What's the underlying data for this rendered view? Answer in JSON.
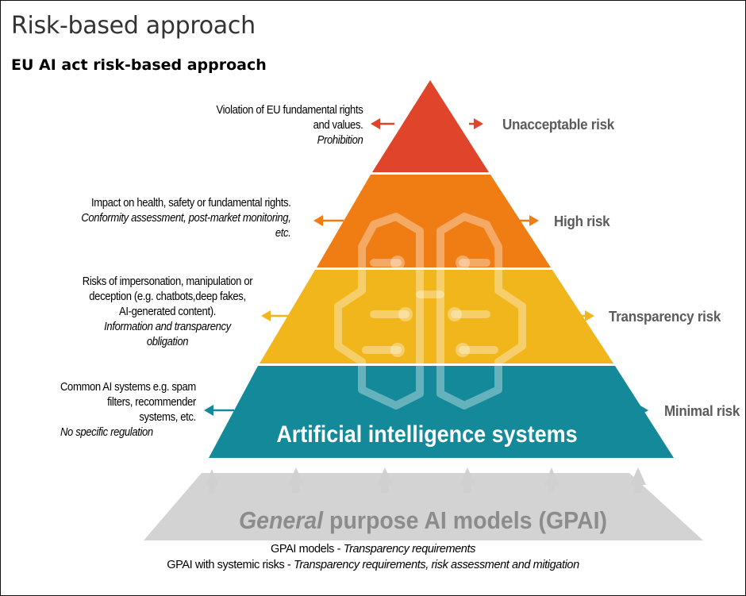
{
  "slide": {
    "title": "Risk-based approach",
    "subtitle": "EU AI act risk-based approach"
  },
  "pyramid": {
    "main_label": "Artificial intelligence systems",
    "base_label_italic": "General",
    "base_label_rest": "purpose AI models (GPAI)",
    "colors": {
      "unacceptable": "#e0442a",
      "high": "#ef7d13",
      "transparency": "#f2b61d",
      "minimal": "#13899a",
      "base": "#d3d3d3"
    },
    "levels": [
      {
        "label": "Unacceptable risk",
        "desc_lines": [
          "Violation of EU fundamental rights",
          "and values."
        ],
        "desc_italic_lines": [
          "Prohibition"
        ]
      },
      {
        "label": "High risk",
        "desc_lines": [
          "Impact on health, safety or fundamental rights."
        ],
        "desc_italic_lines": [
          "Conformity assessment, post-market monitoring,",
          "etc."
        ]
      },
      {
        "label": "Transparency risk",
        "desc_lines": [
          "Risks of impersonation, manipulation or",
          "deception (e.g. chatbots,deep fakes,",
          "AI-generated content)."
        ],
        "desc_italic_lines": [
          "Information and transparency",
          "obligation"
        ]
      },
      {
        "label": "Minimal risk",
        "desc_lines": [
          "Common AI systems e.g. spam",
          "filters, recommender",
          "systems, etc."
        ],
        "desc_italic_lines": [
          "No specific regulation"
        ]
      }
    ]
  },
  "footer": {
    "line1_normal": "GPAI models -",
    "line1_italic": "Transparency requirements",
    "line2_normal": "GPAI with systemic risks -",
    "line2_italic": "Transparency requirements, risk assessment and mitigation"
  }
}
